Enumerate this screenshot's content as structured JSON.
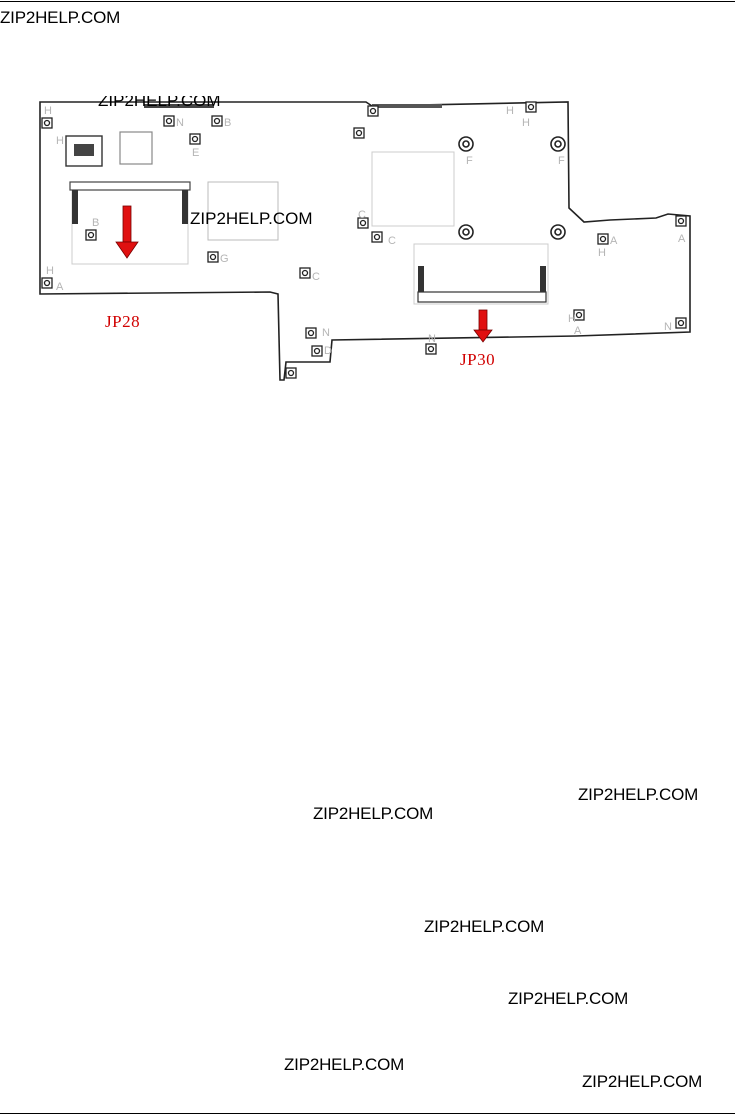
{
  "header": {
    "watermark": "ZIP2HELP.COM"
  },
  "diagram": {
    "connectors": [
      {
        "label": "JP28"
      },
      {
        "label": "JP30"
      }
    ],
    "board_watermarks": [
      "ZIP2HELP.COM",
      "ZIP2HELP.COM"
    ],
    "screw_letters": [
      "A",
      "H",
      "B",
      "C",
      "D",
      "E",
      "G",
      "N",
      "F"
    ]
  },
  "watermarks": [
    "ZIP2HELP.COM",
    "ZIP2HELP.COM",
    "ZIP2HELP.COM",
    "ZIP2HELP.COM",
    "ZIP2HELP.COM",
    "ZIP2HELP.COM"
  ],
  "colors": {
    "arrow": "#e01010",
    "label": "#d10000",
    "outline": "#222222",
    "silk": "#b5b5b5"
  }
}
